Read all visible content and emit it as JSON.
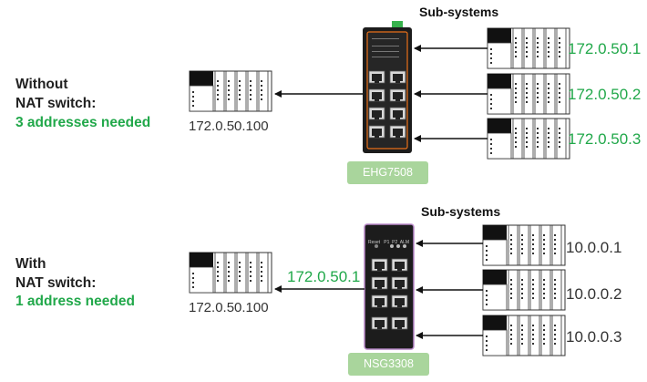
{
  "top": {
    "left_label_line1": "Without",
    "left_label_line2": "NAT switch:",
    "left_label_line3": "3 addresses needed",
    "controller_ip": "172.0.50.100",
    "subsystems_title": "Sub-systems",
    "device_name": "EHG7508",
    "subsystem_ips": [
      "172.0.50.1",
      "172.0.50.2",
      "172.0.50.3"
    ]
  },
  "bottom": {
    "left_label_line1": "With",
    "left_label_line2": "NAT switch:",
    "left_label_line3": "1 address needed",
    "controller_ip": "172.0.50.100",
    "nat_ip": "172.0.50.1",
    "subsystems_title": "Sub-systems",
    "device_name": "NSG3308",
    "device_panel_text": "Reset   P1  P2  ALM",
    "subsystem_ips": [
      "10.0.0.1",
      "10.0.0.2",
      "10.0.0.3"
    ]
  },
  "colors": {
    "green": "#21a84a",
    "badge": "#a9d59c",
    "device": "#1a1a1a",
    "accent": "#e8701a",
    "nsg_border": "#b888c8"
  }
}
